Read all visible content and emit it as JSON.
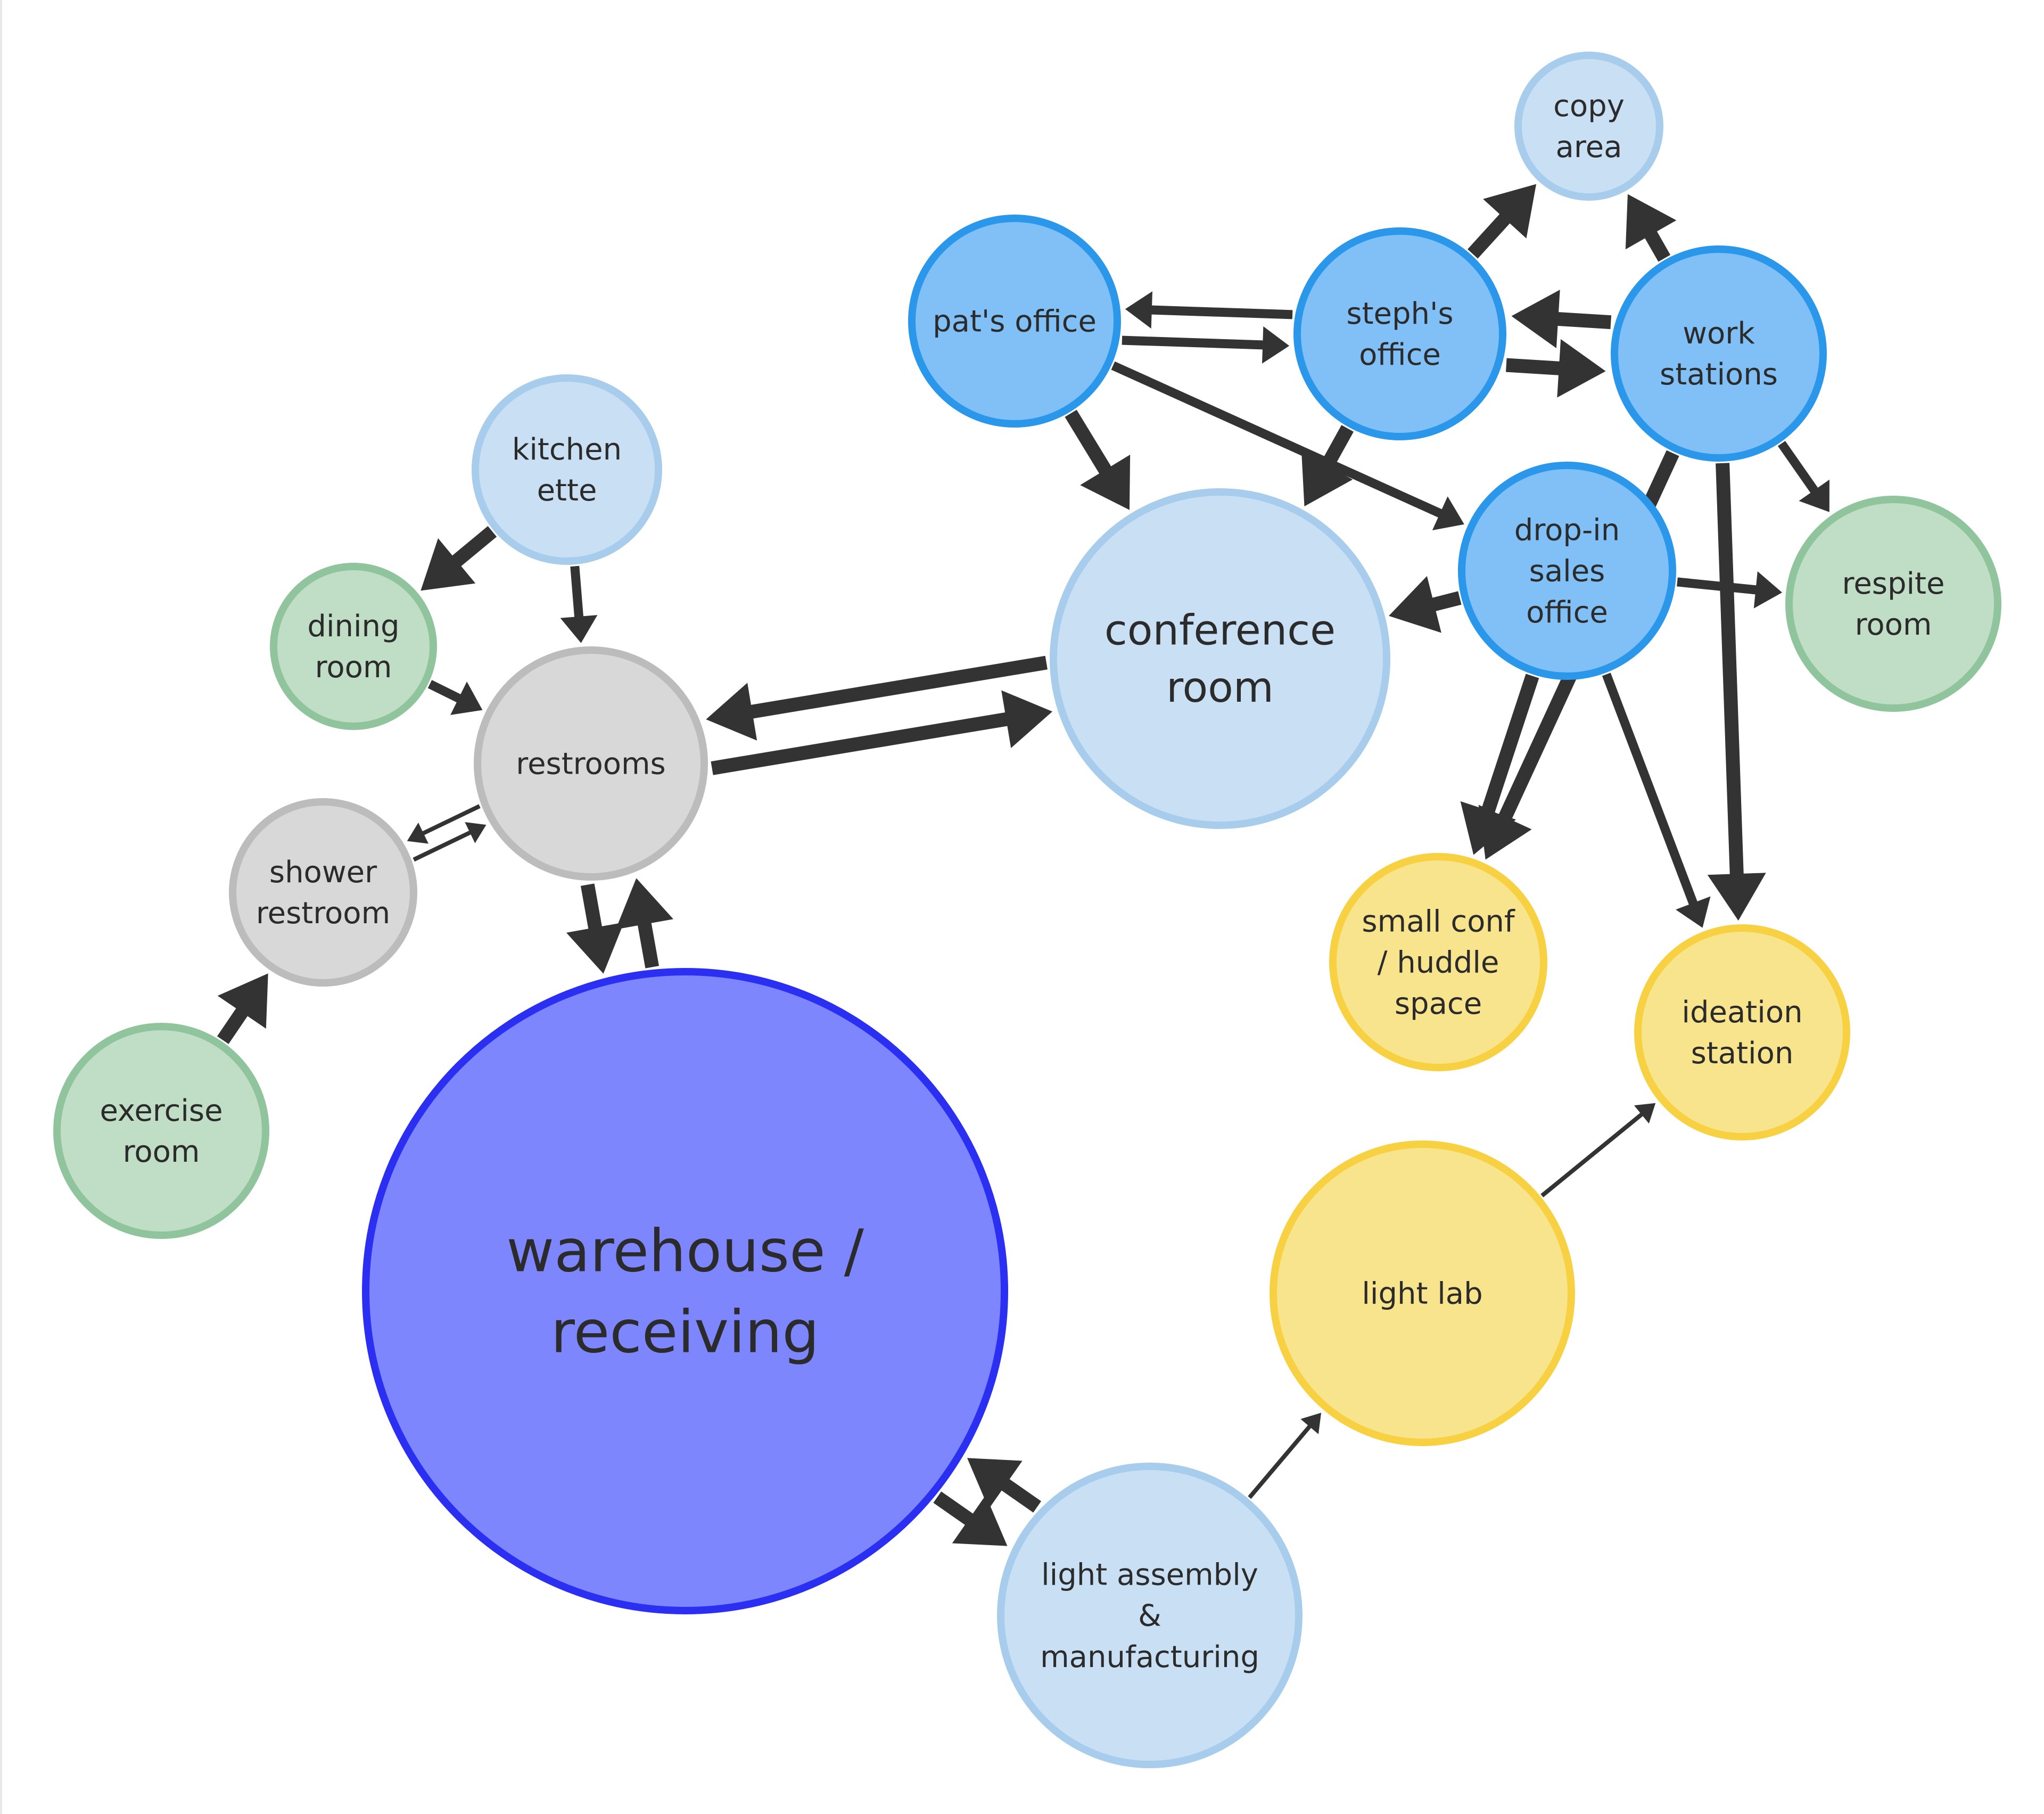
{
  "colors": {
    "background": "#ffffff",
    "edge": "#333333",
    "label": "#2b2b2b",
    "fills": {
      "light_blue": {
        "fill": "#c9e0f4",
        "stroke": "#a8cdec"
      },
      "mid_blue": {
        "fill": "#81c0f6",
        "stroke": "#2b97ea"
      },
      "green": {
        "fill": "#c0ddc6",
        "stroke": "#90c49c"
      },
      "gray": {
        "fill": "#d8d8d8",
        "stroke": "#bcbcbc"
      },
      "yellow": {
        "fill": "#f8e48c",
        "stroke": "#f7d142"
      },
      "indigo": {
        "fill": "#7d86fc",
        "stroke": "#2b2ff1"
      }
    }
  },
  "nodes": [
    {
      "id": "copy-area",
      "lines": [
        "copy",
        "area"
      ],
      "color": "light_blue"
    },
    {
      "id": "pats-office",
      "lines": [
        "pat's office"
      ],
      "color": "mid_blue"
    },
    {
      "id": "stephs-office",
      "lines": [
        "steph's",
        "office"
      ],
      "color": "mid_blue"
    },
    {
      "id": "work-stations",
      "lines": [
        "work",
        "stations"
      ],
      "color": "mid_blue"
    },
    {
      "id": "kitchenette",
      "lines": [
        "kitchen",
        "ette"
      ],
      "color": "light_blue"
    },
    {
      "id": "dining-room",
      "lines": [
        "dining",
        "room"
      ],
      "color": "green"
    },
    {
      "id": "restrooms",
      "lines": [
        "restrooms"
      ],
      "color": "gray"
    },
    {
      "id": "conference-room",
      "lines": [
        "conference",
        "room"
      ],
      "color": "light_blue"
    },
    {
      "id": "drop-in-sales-office",
      "lines": [
        "drop-in",
        "sales",
        "office"
      ],
      "color": "mid_blue"
    },
    {
      "id": "respite-room",
      "lines": [
        "respite",
        "room"
      ],
      "color": "green"
    },
    {
      "id": "shower-restroom",
      "lines": [
        "shower",
        "restroom"
      ],
      "color": "gray"
    },
    {
      "id": "small-conf-huddle-space",
      "lines": [
        "small conf",
        "/ huddle",
        "space"
      ],
      "color": "yellow"
    },
    {
      "id": "ideation-station",
      "lines": [
        "ideation",
        "station"
      ],
      "color": "yellow"
    },
    {
      "id": "exercise-room",
      "lines": [
        "exercise",
        "room"
      ],
      "color": "green"
    },
    {
      "id": "light-lab",
      "lines": [
        "light lab"
      ],
      "color": "yellow"
    },
    {
      "id": "warehouse-receiving",
      "lines": [
        "warehouse /",
        "receiving"
      ],
      "color": "indigo"
    },
    {
      "id": "light-assembly-manufacturing",
      "lines": [
        "light assembly",
        "&",
        "manufacturing"
      ],
      "color": "light_blue"
    }
  ],
  "edges": [
    {
      "from": "kitchenette",
      "to": "dining-room",
      "weight": "heavy"
    },
    {
      "from": "kitchenette",
      "to": "restrooms",
      "weight": "medium"
    },
    {
      "from": "dining-room",
      "to": "restrooms",
      "weight": "medium"
    },
    {
      "from": "restrooms",
      "to": "shower-restroom",
      "weight": "thin"
    },
    {
      "from": "shower-restroom",
      "to": "restrooms",
      "weight": "thin"
    },
    {
      "from": "exercise-room",
      "to": "shower-restroom",
      "weight": "heavy"
    },
    {
      "from": "restrooms",
      "to": "conference-room",
      "weight": "heavy"
    },
    {
      "from": "conference-room",
      "to": "restrooms",
      "weight": "heavy"
    },
    {
      "from": "restrooms",
      "to": "warehouse-receiving",
      "weight": "heavy"
    },
    {
      "from": "warehouse-receiving",
      "to": "restrooms",
      "weight": "heavy"
    },
    {
      "from": "warehouse-receiving",
      "to": "light-assembly-manufacturing",
      "weight": "heavy"
    },
    {
      "from": "light-assembly-manufacturing",
      "to": "warehouse-receiving",
      "weight": "heavy"
    },
    {
      "from": "light-assembly-manufacturing",
      "to": "light-lab",
      "weight": "thin"
    },
    {
      "from": "light-lab",
      "to": "ideation-station",
      "weight": "thin"
    },
    {
      "from": "pats-office",
      "to": "stephs-office",
      "weight": "medium"
    },
    {
      "from": "stephs-office",
      "to": "pats-office",
      "weight": "medium"
    },
    {
      "from": "pats-office",
      "to": "conference-room",
      "weight": "heavy"
    },
    {
      "from": "pats-office",
      "to": "drop-in-sales-office",
      "weight": "medium"
    },
    {
      "from": "stephs-office",
      "to": "conference-room",
      "weight": "heavy"
    },
    {
      "from": "stephs-office",
      "to": "copy-area",
      "weight": "heavy"
    },
    {
      "from": "stephs-office",
      "to": "work-stations",
      "weight": "heavy"
    },
    {
      "from": "work-stations",
      "to": "stephs-office",
      "weight": "heavy"
    },
    {
      "from": "work-stations",
      "to": "copy-area",
      "weight": "heavy"
    },
    {
      "from": "work-stations",
      "to": "respite-room",
      "weight": "medium"
    },
    {
      "from": "work-stations",
      "to": "small-conf-huddle-space",
      "weight": "heavy"
    },
    {
      "from": "work-stations",
      "to": "ideation-station",
      "weight": "heavy"
    },
    {
      "from": "drop-in-sales-office",
      "to": "conference-room",
      "weight": "heavy"
    },
    {
      "from": "drop-in-sales-office",
      "to": "respite-room",
      "weight": "medium"
    },
    {
      "from": "drop-in-sales-office",
      "to": "small-conf-huddle-space",
      "weight": "heavy"
    },
    {
      "from": "drop-in-sales-office",
      "to": "ideation-station",
      "weight": "medium"
    }
  ]
}
